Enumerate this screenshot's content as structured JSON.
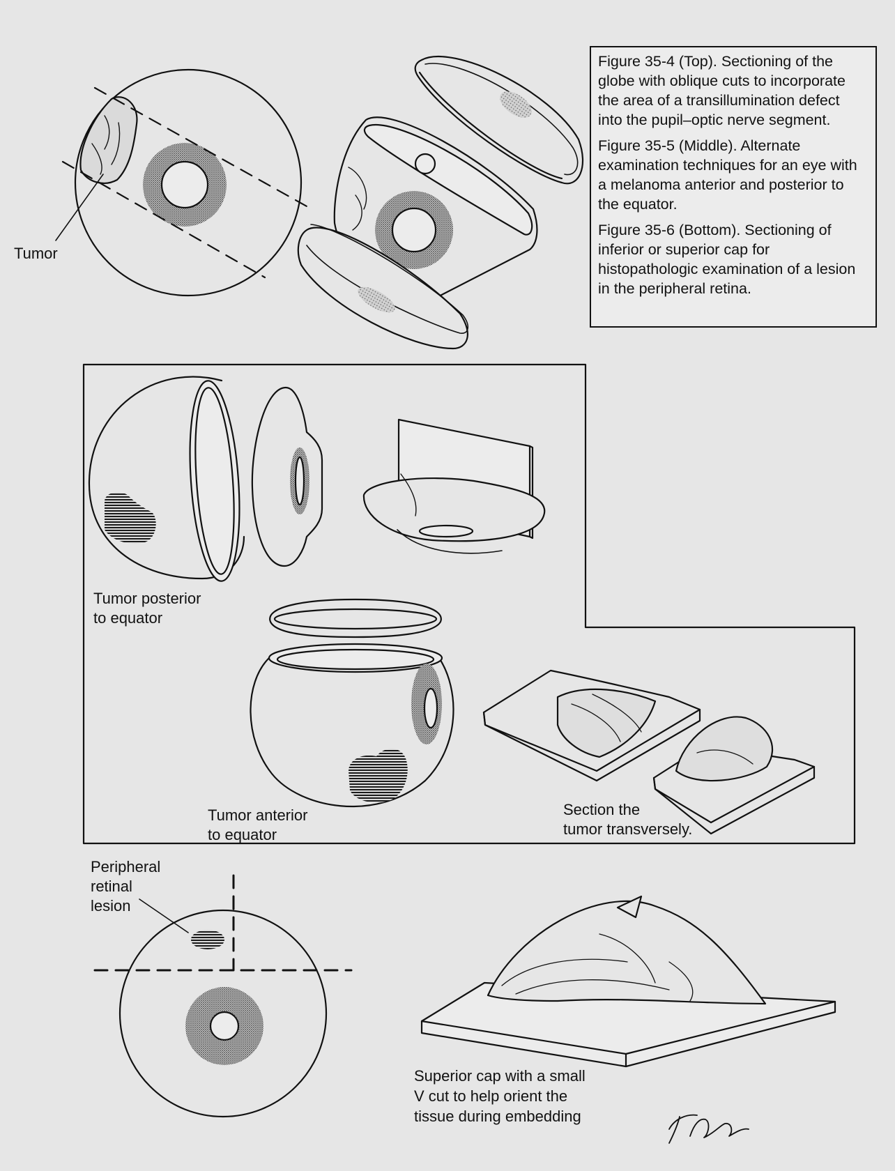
{
  "captions": [
    "Figure 35-4 (Top). Sectioning of the globe with oblique cuts to incorporate the area of a transillumination defect into the pupil–optic nerve segment.",
    "Figure 35-5 (Middle). Alternate examination techniques for an eye with a melanoma anterior and posterior to the equator.",
    "Figure 35-6 (Bottom). Sectioning of inferior or superior cap for histopathologic examination of a lesion in the peripheral retina."
  ],
  "labels": {
    "tumor": "Tumor",
    "tumor_posterior": [
      "Tumor posterior",
      "to equator"
    ],
    "tumor_anterior": [
      "Tumor anterior",
      "to equator"
    ],
    "section_transverse": [
      "Section the",
      "tumor transversely."
    ],
    "peripheral_lesion": [
      "Peripheral",
      "retinal",
      "lesion"
    ],
    "superior_cap": [
      "Superior cap with a small",
      "V cut to help orient the",
      "tissue during embedding"
    ]
  },
  "signature": "T Phelps"
}
